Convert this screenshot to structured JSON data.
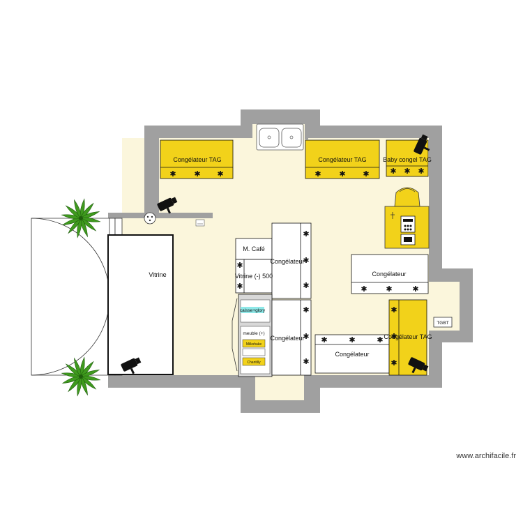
{
  "colors": {
    "wall": "#a0a0a0",
    "floor": "#fbf6dc",
    "appliance": "#f2d21a",
    "white": "#ffffff",
    "cyan": "#8fe8e8",
    "plant": "#3f9a1e"
  },
  "labels": {
    "freezer_tag_1": "Congélateur TAG",
    "freezer_tag_2": "Congélateur TAG",
    "baby_freezer": "Baby congel TAG",
    "coffee_machine": "M. Café",
    "freezer_vertical_1": "Congélateur",
    "display_case_small": "Vitrine (-) 500",
    "freezer_vertical_2": "Congélateur",
    "cash_register": "caisse+glory",
    "cabinet": "meuble (+)",
    "milkshake": "Milkshake",
    "chantilly": "Chantilly",
    "freezer_right": "Congélateur",
    "freezer_bottom": "Congélateur",
    "freezer_tag_3": "Congélateur TAG",
    "tgbt": "TGBT",
    "display_case_large": "Vitrine"
  },
  "icons": {
    "sink": "sink-icon",
    "camera": "camera-icon",
    "plant": "plant-icon",
    "outlet": "outlet-icon",
    "chair": "chair-icon",
    "espresso": "espresso-machine-icon"
  },
  "credit": "www.archifacile.fr"
}
